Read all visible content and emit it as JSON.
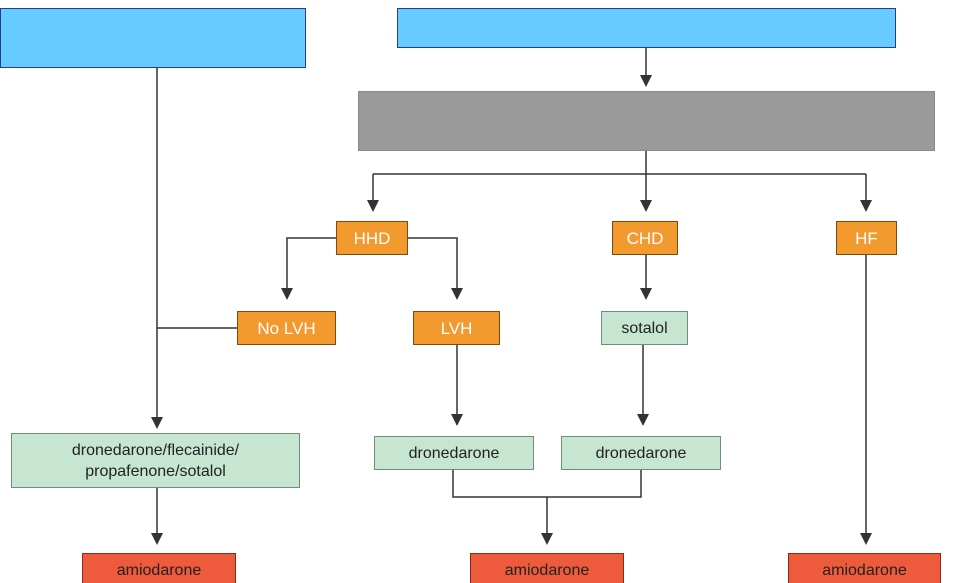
{
  "nodes": {
    "header_left": "",
    "header_right": "",
    "banner": "",
    "hhd": "HHD",
    "chd": "CHD",
    "hf": "HF",
    "no_lvh": "No LVH",
    "lvh": "LVH",
    "sotalol": "sotalol",
    "dro_combo_line1": "dronedarone/flecainide/",
    "dro_combo_line2": "propafenone/sotalol",
    "dronedarone_lvh": "dronedarone",
    "dronedarone_chd": "dronedarone",
    "amio_left": "amiodarone",
    "amio_center": "amiodarone",
    "amio_right": "amiodarone"
  },
  "colors": {
    "header": "#66ccff",
    "banner": "#9a9a9a",
    "orange": "#f39a2e",
    "green": "#c6e6d2",
    "red": "#ee5a3c",
    "line": "#333333"
  }
}
